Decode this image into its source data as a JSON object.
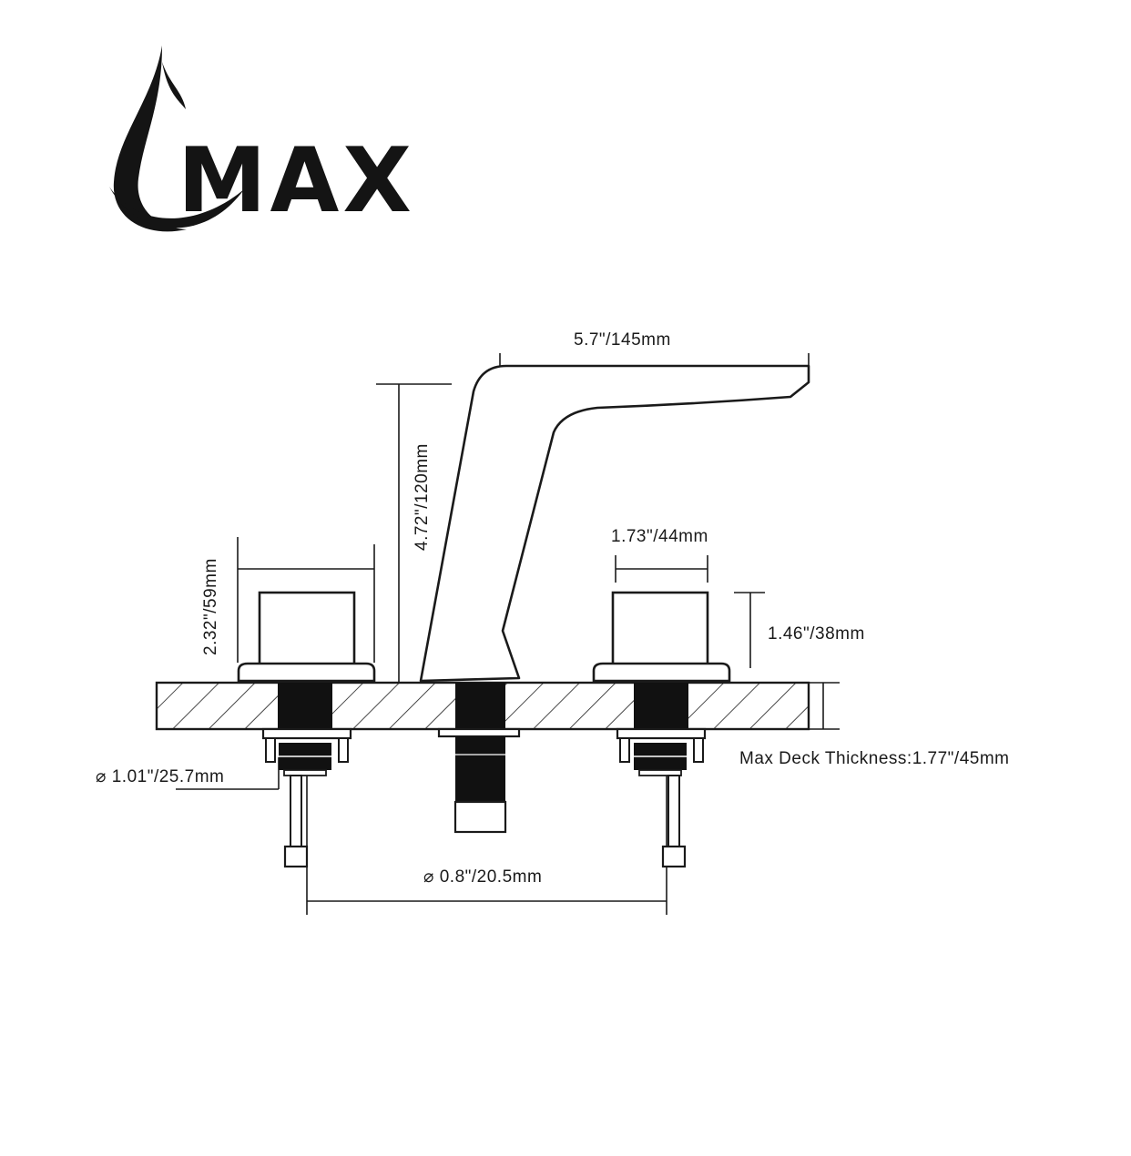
{
  "brand": {
    "name": "MAX",
    "logo_icon": "water-drop-icon"
  },
  "diagram": {
    "type": "widespread faucet dimension drawing",
    "dimensions": {
      "spout_reach": "5.7\"/145mm",
      "spout_height": "4.72\"/120mm",
      "handle_height_total": "2.32\"/59mm",
      "handle_width": "1.73\"/44mm",
      "handle_height": "1.46\"/38mm",
      "deck_thickness": "Max Deck Thickness:1.77\"/45mm",
      "hole_diameter": "⌀ 1.01\"/25.7mm",
      "center_spacing": "⌀ 0.8\"/20.5mm"
    },
    "colors": {
      "line": "#1a1a1a",
      "fill": "#ffffff",
      "solid": "#111111"
    }
  }
}
